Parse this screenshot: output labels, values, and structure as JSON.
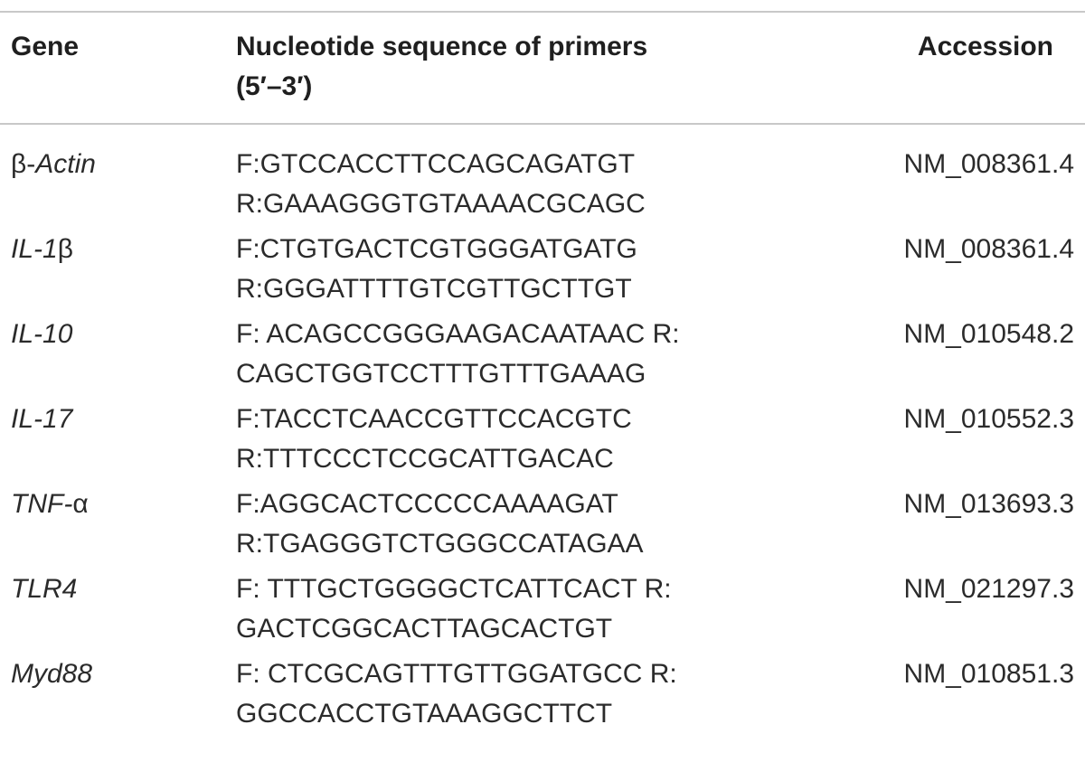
{
  "header": {
    "gene": "Gene",
    "seq_line1": "Nucleotide sequence of primers",
    "seq_line2": "(5′–3′)",
    "accession": "Accession"
  },
  "rows": [
    {
      "gene_prefix": "β-",
      "gene_italic": "Actin",
      "gene_suffix": "",
      "seq_line1": "F:GTCCACCTTCCAGCAGATGT",
      "seq_line2": "R:GAAAGGGTGTAAAACGCAGC",
      "accession": "NM_008361.4"
    },
    {
      "gene_prefix": "",
      "gene_italic": "IL-1",
      "gene_suffix": "β",
      "seq_line1": "F:CTGTGACTCGTGGGATGATG",
      "seq_line2": "R:GGGATTTTGTCGTTGCTTGT",
      "accession": "NM_008361.4"
    },
    {
      "gene_prefix": "",
      "gene_italic": "IL-10",
      "gene_suffix": "",
      "seq_line1": "F: ACAGCCGGGAAGACAATAAC R:",
      "seq_line2": "CAGCTGGTCCTTTGTTTGAAAG",
      "accession": "NM_010548.2"
    },
    {
      "gene_prefix": "",
      "gene_italic": "IL-17",
      "gene_suffix": "",
      "seq_line1": "F:TACCTCAACCGTTCCACGTC",
      "seq_line2": "R:TTTCCCTCCGCATTGACAC",
      "accession": "NM_010552.3"
    },
    {
      "gene_prefix": "",
      "gene_italic": "TNF-",
      "gene_suffix": "α",
      "seq_line1": "F:AGGCACTCCCCCAAAAGAT",
      "seq_line2": "R:TGAGGGTCTGGGCCATAGAA",
      "accession": "NM_013693.3"
    },
    {
      "gene_prefix": "",
      "gene_italic": "TLR4",
      "gene_suffix": "",
      "seq_line1": "F: TTTGCTGGGGCTCATTCACT R:",
      "seq_line2": "GACTCGGCACTTAGCACTGT",
      "accession": "NM_021297.3"
    },
    {
      "gene_prefix": "",
      "gene_italic": "Myd88",
      "gene_suffix": "",
      "seq_line1": "F: CTCGCAGTTTGTTGGATGCC R:",
      "seq_line2": "GGCCACCTGTAAAGGCTTCT",
      "accession": "NM_010851.3"
    }
  ]
}
